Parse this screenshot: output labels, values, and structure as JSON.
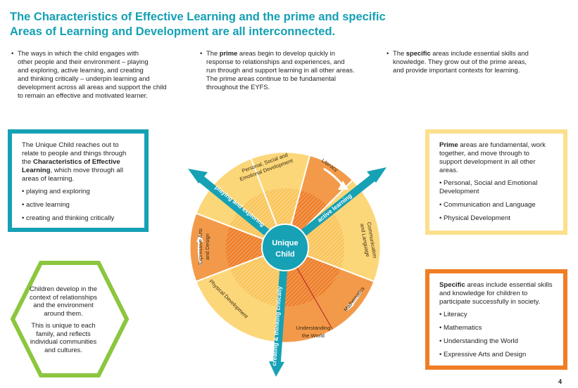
{
  "title_line1": "The Characteristics of Effective Learning and the prime and specific",
  "title_line2": "Areas of Learning and Development are all interconnected.",
  "intro": {
    "col1": [
      "The ways in which the child engages with",
      "other people and their environment – playing",
      "and exploring, active learning, and creating",
      "and thinking critically – underpin learning and",
      "development across all areas and support the child",
      "to remain an effective and motivated learner."
    ],
    "col2_pre": "The ",
    "col2_bold": "prime",
    "col2_post": " areas begin to develop quickly in",
    "col2_rest": [
      "response to relationships and experiences, and",
      "run through and support learning in all other areas.",
      "The prime areas continue to be fundamental",
      "throughout the EYFS."
    ],
    "col3_pre": "The ",
    "col3_bold": "specific",
    "col3_post": " areas include essential skills and",
    "col3_rest": [
      "knowledge. They grow out of the prime areas,",
      "and provide important contexts for learning."
    ]
  },
  "unique_box": {
    "lines": [
      "The Unique Child reaches out to",
      "relate to people and things through",
      "the "
    ],
    "bold1": "Characteristics of Effective",
    "bold2": "Learning",
    "tail1": ", which move through all",
    "tail2": "areas of learning.",
    "items": [
      "playing and exploring",
      "active learning",
      "creating and thinking critically"
    ]
  },
  "hex_box": {
    "p1": "Children develop in the context of relationships and the environment around them.",
    "p2": "This is unique to each family, and reflects individual communities and cultures."
  },
  "prime_box": {
    "bold": "Prime",
    "text": " areas are fundamental, work together, and move through to support development in all other areas.",
    "items": [
      "Personal, Social and Emotional Development",
      "Communication and Language",
      "Physical Development"
    ]
  },
  "specific_box": {
    "bold": "Specific",
    "text": " areas include essential skills and knowledge for children to participate successfully in society.",
    "items": [
      "Literacy",
      "Mathematics",
      "Understanding the World",
      "Expressive Arts and Design"
    ]
  },
  "diagram": {
    "center_line1": "Unique",
    "center_line2": "Child",
    "arrow_labels": [
      "playing and exploring",
      "active learning",
      "creating & thinking critically"
    ],
    "segments": {
      "psed1": "Personal, Social and",
      "psed2": "Emotional Development",
      "literacy": "Literacy",
      "comm1": "Communication",
      "comm2": "and Language",
      "maths": "Mathematics",
      "utw1": "Understanding",
      "utw2": "the World",
      "physical": "Physical Development",
      "ead1": "Expressive Arts",
      "ead2": "and Design"
    }
  },
  "colors": {
    "teal": "#16a1b5",
    "orange": "#f07d24",
    "light_yellow": "#fbe08c",
    "green": "#8cc63f",
    "prime_fill": "#fcd77a",
    "specific_fill": "#f39a4a"
  },
  "page_number": "4"
}
